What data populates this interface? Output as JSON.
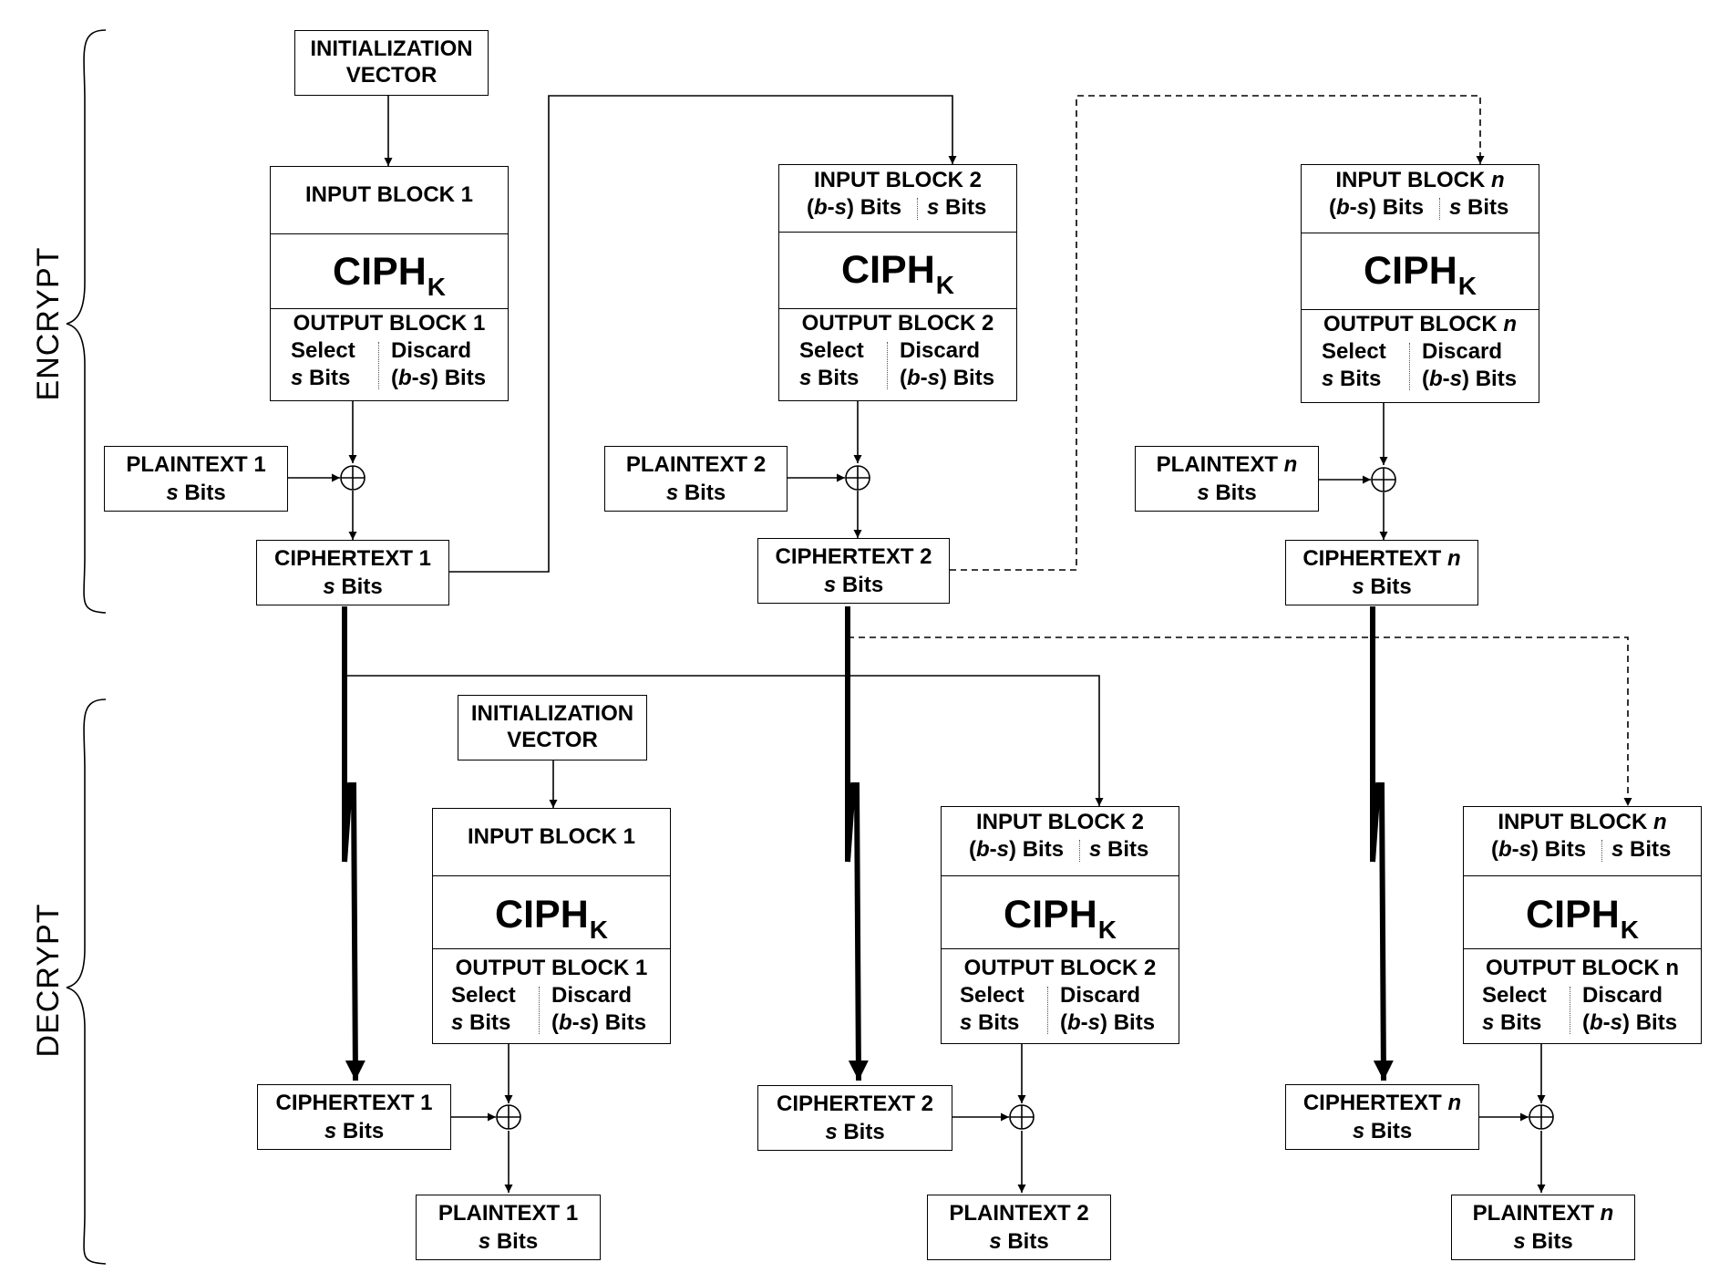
{
  "sections": {
    "encrypt": "ENCRYPT",
    "decrypt": "DECRYPT"
  },
  "iv": {
    "line1": "INITIALIZATION",
    "line2": "VECTOR"
  },
  "ciph": {
    "main": "CIPH",
    "sub": "K"
  },
  "common": {
    "bits_part": " Bits",
    "s": "s",
    "b_minus_s_open": "(",
    "b": "b",
    "dash": "-",
    "b_minus_s_close": ")",
    "select": "Select",
    "discard": "Discard"
  },
  "encrypt": {
    "input_blocks": [
      "INPUT BLOCK 1",
      "INPUT BLOCK 2",
      "INPUT BLOCK "
    ],
    "input_block_n_var": "n",
    "output_blocks": [
      "OUTPUT BLOCK 1",
      "OUTPUT BLOCK 2",
      "OUTPUT BLOCK "
    ],
    "output_block_n_var": "n",
    "plaintexts": [
      "PLAINTEXT 1",
      "PLAINTEXT 2",
      "PLAINTEXT "
    ],
    "plaintext_n_var": "n",
    "ciphertexts": [
      "CIPHERTEXT 1",
      "CIPHERTEXT 2",
      "CIPHERTEXT "
    ],
    "ciphertext_n_var": "n"
  },
  "decrypt": {
    "input_blocks": [
      "INPUT BLOCK 1",
      "INPUT BLOCK 2",
      "INPUT BLOCK "
    ],
    "input_block_n_var": "n",
    "output_blocks": [
      "OUTPUT BLOCK 1",
      "OUTPUT BLOCK 2",
      "OUTPUT BLOCK n"
    ],
    "ciphertexts": [
      "CIPHERTEXT 1",
      "CIPHERTEXT 2",
      "CIPHERTEXT "
    ],
    "ciphertext_n_var": "n",
    "plaintexts": [
      "PLAINTEXT 1",
      "PLAINTEXT 2",
      "PLAINTEXT "
    ],
    "plaintext_n_var": "n"
  }
}
